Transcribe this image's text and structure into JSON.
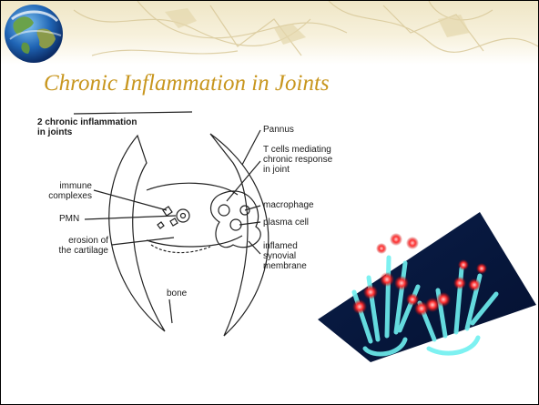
{
  "slide": {
    "title": "Chronic Inflammation in Joints",
    "title_color": "#c8961e",
    "banner_color": "#efe6c6"
  },
  "diagram": {
    "heading_line1": "2 chronic inflammation",
    "heading_line2": "in joints",
    "labels_left": {
      "immune_line1": "immune",
      "immune_line2": "complexes",
      "pmn": "PMN",
      "erosion_line1": "erosion of",
      "erosion_line2": "the cartilage"
    },
    "labels_right": {
      "pannus": "Pannus",
      "tcells_line1": "T cells mediating",
      "tcells_line2": "chronic response",
      "tcells_line3": "in joint",
      "macrophage": "macrophage",
      "plasma": "plasma cell",
      "synovial_line1": "inflamed",
      "synovial_line2": "synovial",
      "synovial_line3": "membrane"
    },
    "bone": "bone"
  },
  "icons": {
    "globe": "globe-icon",
    "xray": "hand-xray-image"
  }
}
